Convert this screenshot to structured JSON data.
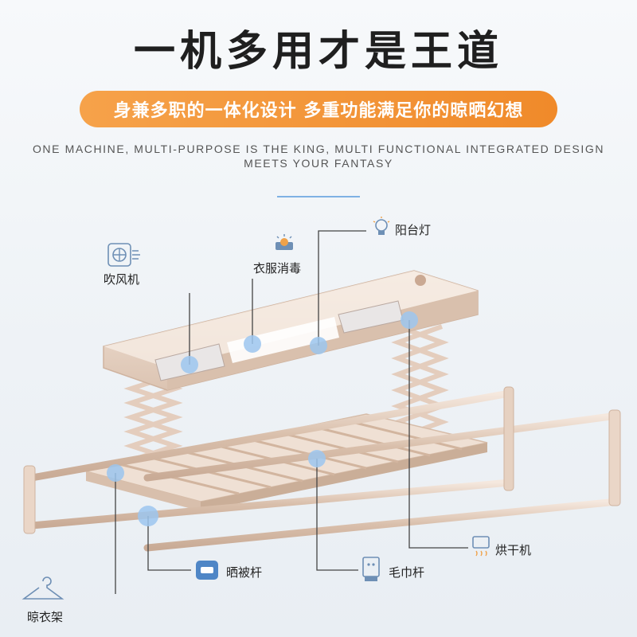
{
  "headline": "一机多用才是王道",
  "subheadline": "身兼多职的一体化设计 多重功能满足你的晾晒幻想",
  "english_line1": "ONE MACHINE, MULTI-PURPOSE IS THE KING, MULTI FUNCTIONAL INTEGRATED DESIGN",
  "english_line2": "MEETS YOUR FANTASY",
  "colors": {
    "accent": "#f08a2a",
    "dot": "#7fb1e4",
    "frame": "#e9d6c7"
  },
  "features": {
    "blower": {
      "label": "吹风机",
      "icon": "fan-icon"
    },
    "disinfect": {
      "label": "衣服消毒",
      "icon": "uv-lamp-icon"
    },
    "light": {
      "label": "阳台灯",
      "icon": "light-bulb-icon"
    },
    "dryer": {
      "label": "烘干机",
      "icon": "heat-dryer-icon"
    },
    "quilt_rod": {
      "label": "晒被杆",
      "icon": "quilt-icon"
    },
    "towel_rod": {
      "label": "毛巾杆",
      "icon": "towel-icon"
    },
    "hanger": {
      "label": "晾衣架",
      "icon": "hanger-icon"
    }
  }
}
